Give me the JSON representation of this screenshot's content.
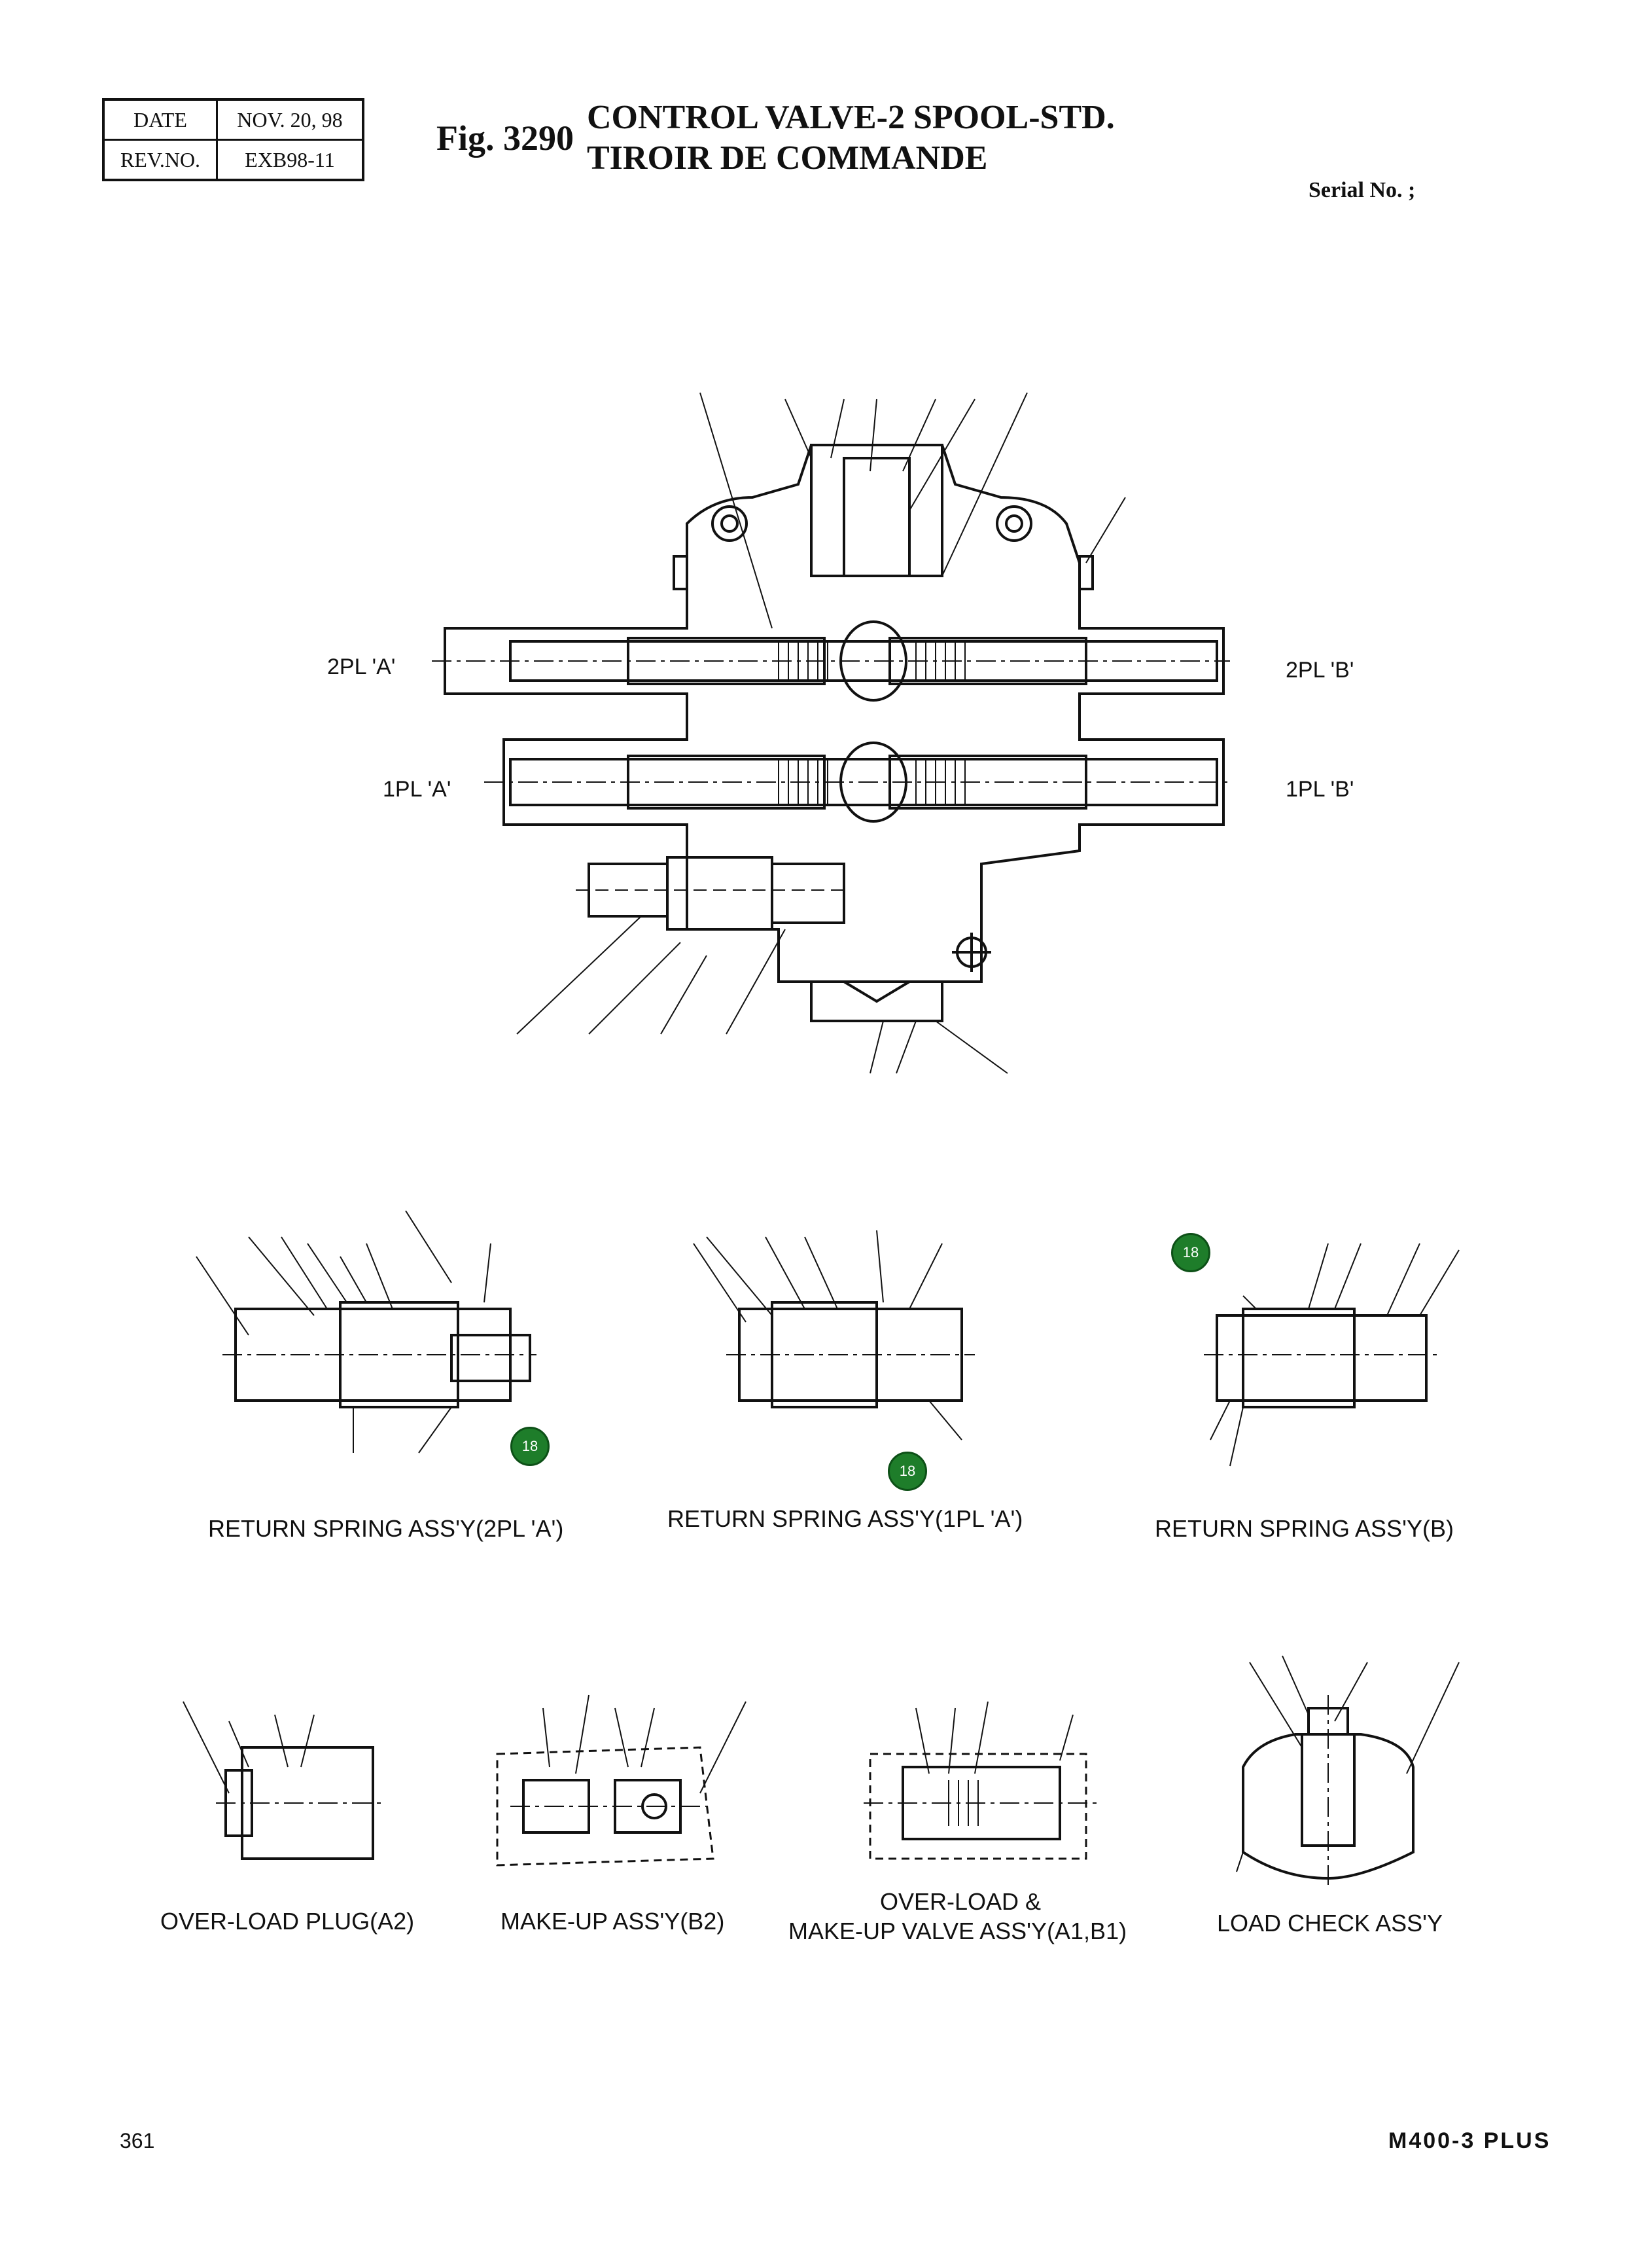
{
  "header": {
    "rev_table": [
      {
        "label": "DATE",
        "value": "NOV. 20, 98"
      },
      {
        "label": "REV.NO.",
        "value": "EXB98-11"
      }
    ],
    "fig_label": "Fig. 3290",
    "title_en": "CONTROL VALVE-2 SPOOL-STD.",
    "title_fr": "TIROIR DE COMMANDE",
    "serial": "Serial No. ;"
  },
  "main_diagram": {
    "port_labels": {
      "left_top": "2PL 'A'",
      "left_bottom": "1PL 'A'",
      "right_top": "2PL 'B'",
      "right_bottom": "1PL 'B'"
    }
  },
  "subassemblies": {
    "row1": [
      {
        "caption": "RETURN SPRING ASS'Y(2PL 'A')",
        "callout": "18"
      },
      {
        "caption": "RETURN SPRING ASS'Y(1PL 'A')",
        "callout": "18"
      },
      {
        "caption": "RETURN SPRING ASS'Y(B)",
        "callout": "18"
      }
    ],
    "row2": [
      {
        "caption": "OVER-LOAD PLUG(A2)"
      },
      {
        "caption": "MAKE-UP ASS'Y(B2)"
      },
      {
        "caption_line1": "OVER-LOAD &",
        "caption_line2": "MAKE-UP VALVE ASS'Y(A1,B1)"
      },
      {
        "caption": "LOAD CHECK ASS'Y"
      }
    ]
  },
  "footer": {
    "page_number": "361",
    "model": "M400-3 PLUS"
  }
}
